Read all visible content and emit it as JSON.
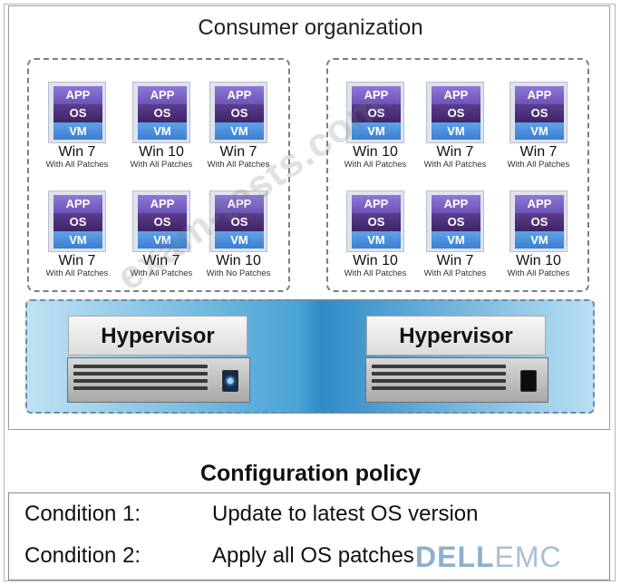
{
  "org": {
    "title": "Consumer organization"
  },
  "layers": {
    "app": "APP",
    "os": "OS",
    "vm": "VM"
  },
  "groups": [
    {
      "vms": [
        {
          "os": "Win 7",
          "patch": "With All Patches"
        },
        {
          "os": "Win 10",
          "patch": "With All Patches"
        },
        {
          "os": "Win 7",
          "patch": "With All Patches"
        },
        {
          "os": "Win 7",
          "patch": "With All Patches"
        },
        {
          "os": "Win 7",
          "patch": "With All Patches"
        },
        {
          "os": "Win 10",
          "patch": "With No Patches"
        }
      ]
    },
    {
      "vms": [
        {
          "os": "Win 10",
          "patch": "With All Patches"
        },
        {
          "os": "Win 7",
          "patch": "With All Patches"
        },
        {
          "os": "Win 7",
          "patch": "With All Patches"
        },
        {
          "os": "Win 10",
          "patch": "With All Patches"
        },
        {
          "os": "Win 7",
          "patch": "With All Patches"
        },
        {
          "os": "Win 10",
          "patch": "With All Patches"
        }
      ]
    }
  ],
  "hypervisors": [
    {
      "label": "Hypervisor"
    },
    {
      "label": "Hypervisor"
    }
  ],
  "policy": {
    "title": "Configuration policy",
    "conditions": [
      {
        "name": "Condition 1:",
        "text": "Update to latest OS version"
      },
      {
        "name": "Condition 2:",
        "text": "Apply all OS patches"
      }
    ]
  },
  "watermark": "exam-tests.com",
  "logo": {
    "dell": "DELL",
    "emc": "EMC"
  },
  "colors": {
    "app_layer": "#6c54b8",
    "os_layer": "#3f2466",
    "vm_layer": "#3b7fd1",
    "hypervisor_band": "#2f8cc8"
  }
}
